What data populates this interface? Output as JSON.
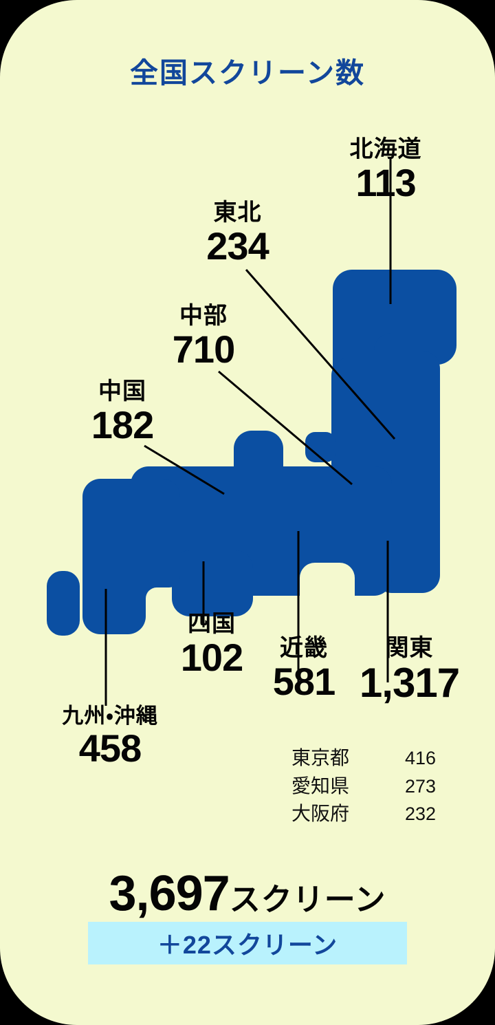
{
  "card": {
    "background_color": "#f4f9cf",
    "accent_blue": "#0b4fa2",
    "title_color": "#12479b",
    "badge_color": "#b9f2fd"
  },
  "title": "全国スクリーン数",
  "chart_data": {
    "type": "map",
    "title": "全国スクリーン数",
    "unit": "スクリーン",
    "regions": [
      {
        "key": "hokkaido",
        "name": "北海道",
        "value": "113"
      },
      {
        "key": "tohoku",
        "name": "東北",
        "value": "234"
      },
      {
        "key": "chubu",
        "name": "中部",
        "value": "710"
      },
      {
        "key": "chugoku",
        "name": "中国",
        "value": "182"
      },
      {
        "key": "shikoku",
        "name": "四国",
        "value": "102"
      },
      {
        "key": "kinki",
        "name": "近畿",
        "value": "581"
      },
      {
        "key": "kanto",
        "name": "関東",
        "value": "1,317"
      },
      {
        "key": "kyushu",
        "name": "九州・沖縄",
        "value": "458"
      }
    ],
    "prefectures": [
      {
        "name": "東京都",
        "value": "416"
      },
      {
        "name": "愛知県",
        "value": "273"
      },
      {
        "name": "大阪府",
        "value": "232"
      }
    ],
    "total": {
      "value": "3,697",
      "unit": "スクリーン"
    },
    "change": {
      "label": "＋22スクリーン"
    }
  }
}
